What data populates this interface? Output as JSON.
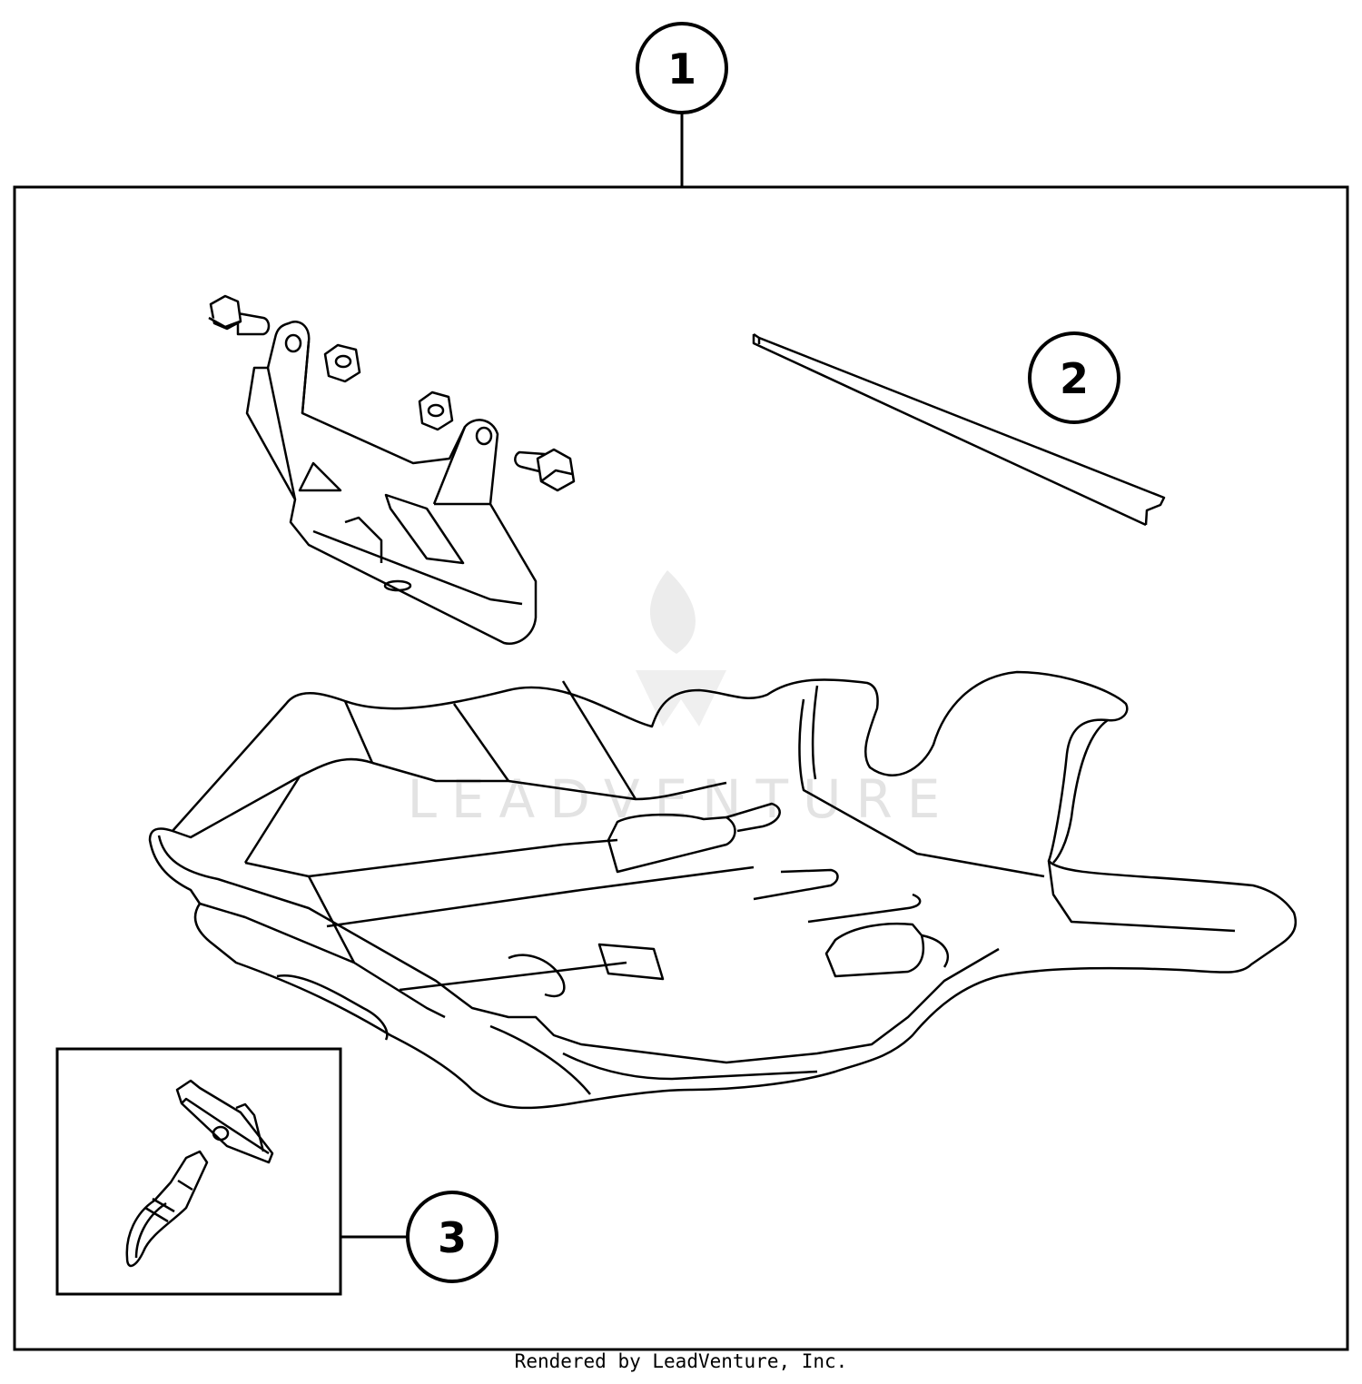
{
  "callouts": [
    {
      "label": "1"
    },
    {
      "label": "2"
    },
    {
      "label": "3"
    }
  ],
  "watermark": {
    "text": "LEADVENTURE"
  },
  "footer": {
    "text": "Rendered by LeadVenture, Inc."
  },
  "colors": {
    "line": "#000000",
    "watermark": "#e3e3e3",
    "background": "#ffffff"
  }
}
